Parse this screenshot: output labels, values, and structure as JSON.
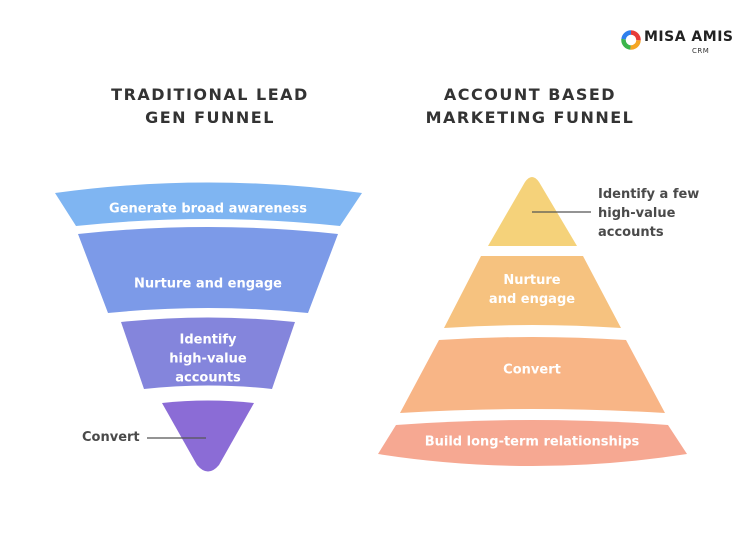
{
  "logo": {
    "name": "MISA AMIS",
    "sub": "CRM"
  },
  "traditional_funnel": {
    "title_lines": [
      "TRADITIONAL LEAD",
      "GEN FUNNEL"
    ],
    "stages": [
      {
        "lines": [
          "Generate broad awareness"
        ],
        "color": "#7fb5f2"
      },
      {
        "lines": [
          "Nurture and engage"
        ],
        "color": "#7c9ae8"
      },
      {
        "lines": [
          "Identify",
          "high-value",
          "accounts"
        ],
        "color": "#8485dc"
      },
      {
        "lines": [
          ""
        ],
        "color": "#8b6cd6"
      }
    ],
    "callout_lines": [
      "Convert"
    ]
  },
  "abm_funnel": {
    "title_lines": [
      "ACCOUNT BASED",
      "MARKETING FUNNEL"
    ],
    "stages": [
      {
        "lines": [
          ""
        ],
        "color": "#f5d27a"
      },
      {
        "lines": [
          "Nurture",
          "and engage"
        ],
        "color": "#f6c27f"
      },
      {
        "lines": [
          "Convert"
        ],
        "color": "#f8b586"
      },
      {
        "lines": [
          "Build long-term relationships"
        ],
        "color": "#f6a892"
      }
    ],
    "callout_lines": [
      "Identify a few",
      "high-value",
      "accounts"
    ]
  },
  "colors": {
    "title_text": "#333333",
    "callout_text": "#4a4a4a",
    "callout_line": "#555555"
  }
}
